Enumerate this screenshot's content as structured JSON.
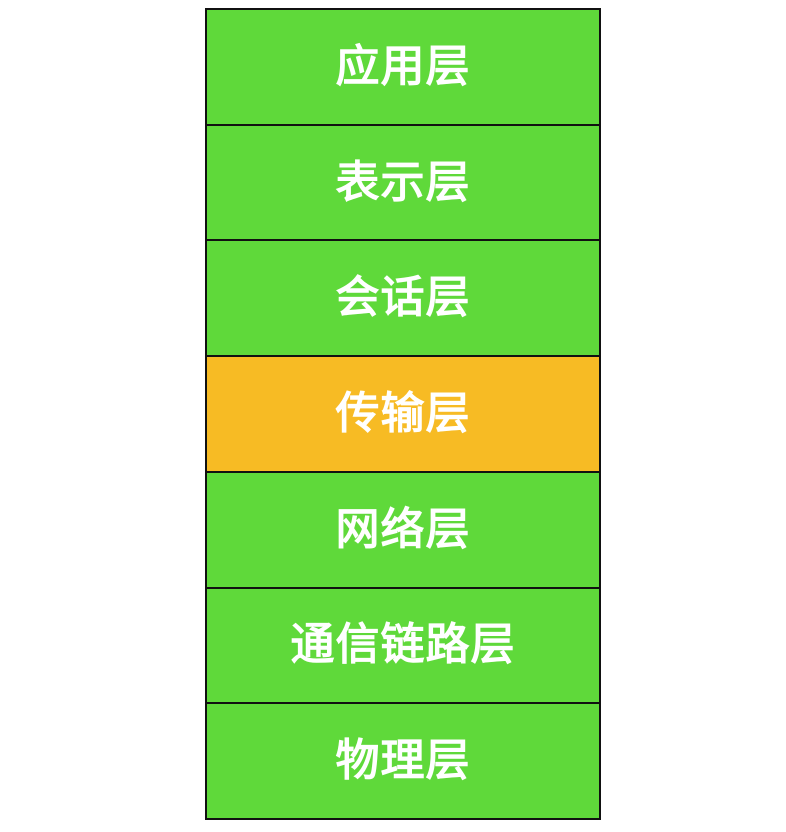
{
  "colors": {
    "default": "#5fd93a",
    "highlight": "#f7bb24"
  },
  "layers": [
    {
      "label": "应用层",
      "highlighted": false
    },
    {
      "label": "表示层",
      "highlighted": false
    },
    {
      "label": "会话层",
      "highlighted": false
    },
    {
      "label": "传输层",
      "highlighted": true
    },
    {
      "label": "网络层",
      "highlighted": false
    },
    {
      "label": "通信链路层",
      "highlighted": false
    },
    {
      "label": "物理层",
      "highlighted": false
    }
  ]
}
